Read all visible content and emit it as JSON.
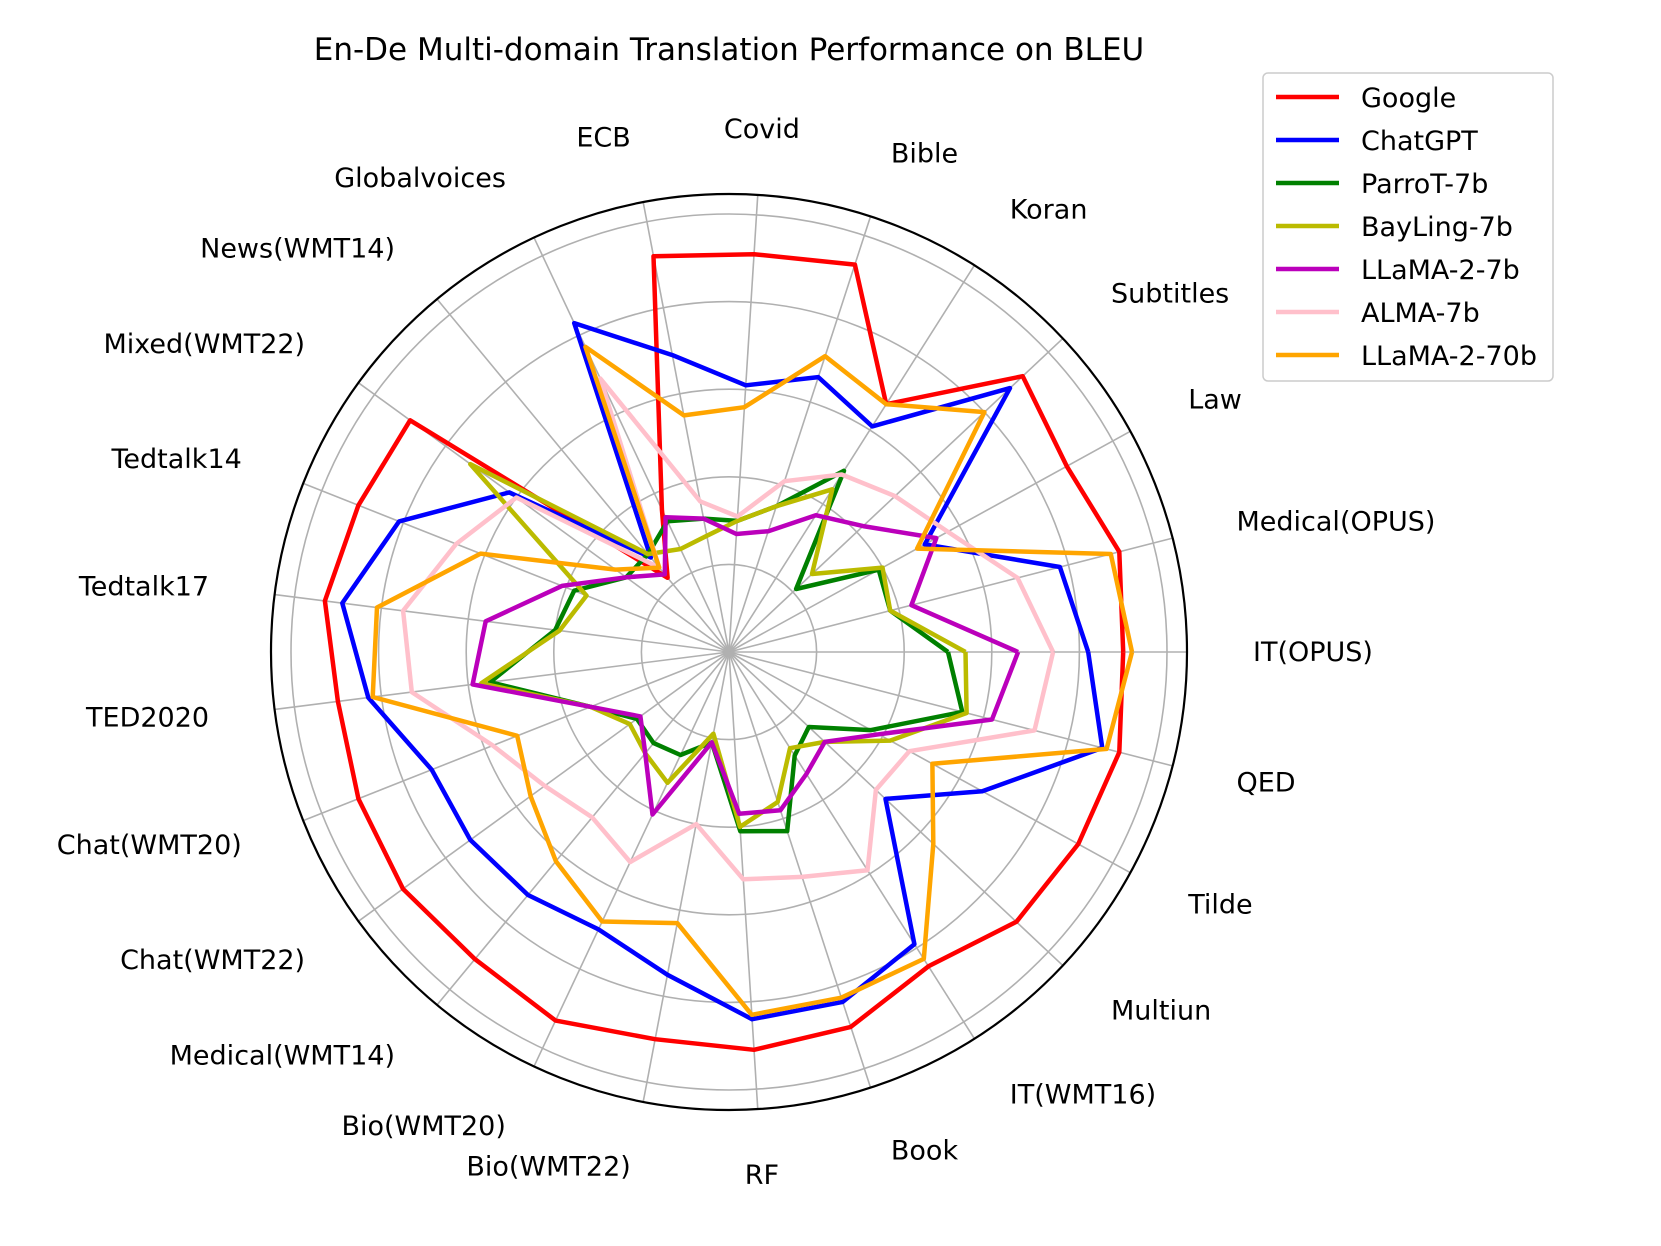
{
  "chart_data": {
    "type": "radar",
    "title": "En-De Multi-domain Translation Performance on BLEU",
    "legend_position": "top-right",
    "grid": true,
    "r_range": [
      0,
      1
    ],
    "r_scale_note": "",
    "categories": [
      "IT(OPUS)",
      "Medical(OPUS)",
      "Law",
      "Subtitles",
      "Koran",
      "Bible",
      "Covid",
      "ECB",
      "Globalvoices",
      "News(WMT14)",
      "Mixed(WMT22)",
      "Tedtalk14",
      "Tedtalk17",
      "TED2020",
      "Chat(WMT20)",
      "Chat(WMT22)",
      "Medical(WMT14)",
      "Bio(WMT20)",
      "Bio(WMT22)",
      "RF",
      "Book",
      "IT(WMT16)",
      "Multiun",
      "Tilde",
      "QED"
    ],
    "series": [
      {
        "name": "Google",
        "color": "#ff0000",
        "values": [
          0.9,
          0.92,
          0.88,
          0.92,
          0.67,
          0.93,
          0.91,
          0.92,
          0.36,
          0.22,
          0.9,
          0.91,
          0.93,
          0.9,
          0.91,
          0.92,
          0.91,
          0.93,
          0.9,
          0.91,
          0.9,
          0.85,
          0.9,
          0.91,
          0.92
        ]
      },
      {
        "name": "ChatGPT",
        "color": "#0000ff",
        "values": [
          0.82,
          0.78,
          0.51,
          0.88,
          0.61,
          0.66,
          0.61,
          0.69,
          0.83,
          0.28,
          0.62,
          0.81,
          0.89,
          0.83,
          0.73,
          0.73,
          0.72,
          0.7,
          0.75,
          0.84,
          0.84,
          0.79,
          0.49,
          0.66,
          0.88
        ]
      },
      {
        "name": "ParroT-7b",
        "color": "#008000",
        "values": [
          0.5,
          0.38,
          0.39,
          0.21,
          0.49,
          0.35,
          0.3,
          0.31,
          0.33,
          0.29,
          0.29,
          0.38,
          0.4,
          0.55,
          0.34,
          0.26,
          0.27,
          0.26,
          0.21,
          0.41,
          0.43,
          0.28,
          0.25,
          0.37,
          0.55
        ]
      },
      {
        "name": "BayLing-7b",
        "color": "#bbbb00",
        "values": [
          0.54,
          0.38,
          0.4,
          0.26,
          0.44,
          0.35,
          0.3,
          0.27,
          0.26,
          0.29,
          0.73,
          0.35,
          0.39,
          0.57,
          0.34,
          0.28,
          0.3,
          0.33,
          0.19,
          0.4,
          0.36,
          0.26,
          0.3,
          0.42,
          0.56
        ]
      },
      {
        "name": "LLaMA-2-7b",
        "color": "#bb00bb",
        "values": [
          0.66,
          0.43,
          0.54,
          0.42,
          0.37,
          0.29,
          0.27,
          0.31,
          0.34,
          0.23,
          0.29,
          0.41,
          0.56,
          0.59,
          0.34,
          0.25,
          0.3,
          0.41,
          0.21,
          0.37,
          0.38,
          0.33,
          0.3,
          0.39,
          0.62
        ]
      },
      {
        "name": "ALMA-7b",
        "color": "#ffc0cb",
        "values": [
          0.74,
          0.68,
          0.57,
          0.52,
          0.48,
          0.41,
          0.31,
          0.35,
          0.69,
          0.25,
          0.6,
          0.67,
          0.75,
          0.73,
          0.58,
          0.52,
          0.49,
          0.53,
          0.4,
          0.52,
          0.54,
          0.59,
          0.46,
          0.47,
          0.72
        ]
      },
      {
        "name": "LLaMA-2-70b",
        "color": "#ffa500",
        "values": [
          0.92,
          0.9,
          0.49,
          0.8,
          0.67,
          0.71,
          0.56,
          0.55,
          0.77,
          0.25,
          0.32,
          0.61,
          0.81,
          0.82,
          0.52,
          0.56,
          0.62,
          0.68,
          0.63,
          0.83,
          0.83,
          0.83,
          0.64,
          0.53,
          0.89
        ]
      }
    ]
  }
}
